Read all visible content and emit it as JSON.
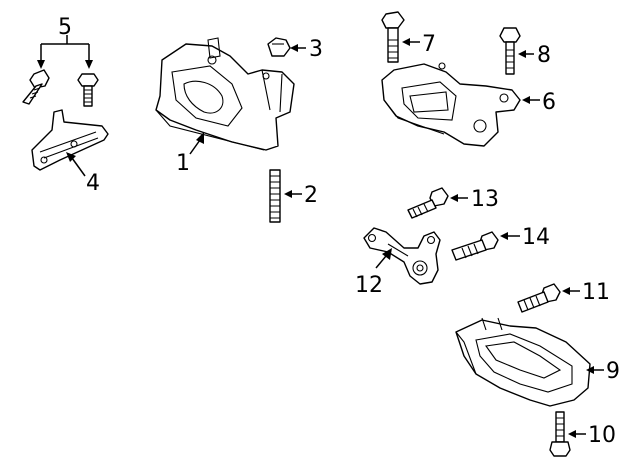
{
  "diagram": {
    "callouts": {
      "c1": "1",
      "c2": "2",
      "c3": "3",
      "c4": "4",
      "c5": "5",
      "c6": "6",
      "c7": "7",
      "c8": "8",
      "c9": "9",
      "c10": "10",
      "c11": "11",
      "c12": "12",
      "c13": "13",
      "c14": "14"
    },
    "parts": [
      {
        "callout": "1",
        "icon": "engine-mount-icon"
      },
      {
        "callout": "2",
        "icon": "stud-icon"
      },
      {
        "callout": "3",
        "icon": "nut-icon"
      },
      {
        "callout": "4",
        "icon": "bracket-icon"
      },
      {
        "callout": "5",
        "icon": "bolt-icon"
      },
      {
        "callout": "6",
        "icon": "transmission-mount-icon"
      },
      {
        "callout": "7",
        "icon": "bolt-icon"
      },
      {
        "callout": "8",
        "icon": "bolt-icon"
      },
      {
        "callout": "9",
        "icon": "heat-shield-icon"
      },
      {
        "callout": "10",
        "icon": "bolt-icon"
      },
      {
        "callout": "11",
        "icon": "bolt-icon"
      },
      {
        "callout": "12",
        "icon": "torque-strut-icon"
      },
      {
        "callout": "13",
        "icon": "bolt-icon"
      },
      {
        "callout": "14",
        "icon": "bolt-icon"
      }
    ]
  }
}
